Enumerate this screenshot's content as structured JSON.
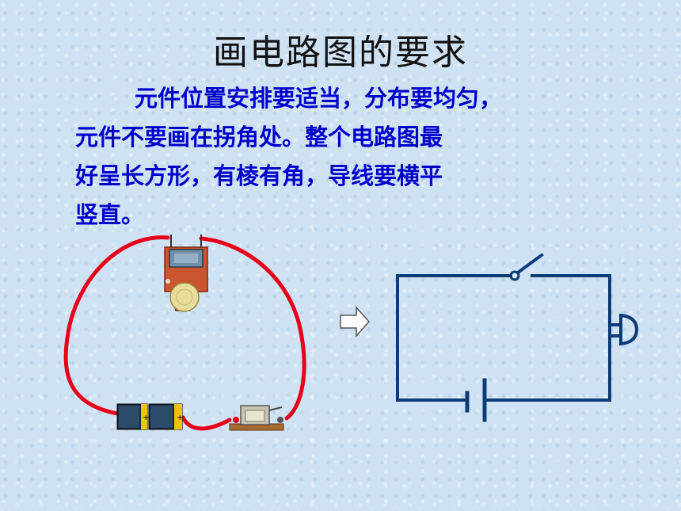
{
  "slide": {
    "title": "画电路图的要求",
    "paragraph_lines": [
      "元件位置安排要适当，分布要均匀，",
      "元件不要画在拐角处。整个电路图最",
      "好呈长方形，有棱有角，导线要横平",
      "竖直。"
    ]
  },
  "colors": {
    "text": "#0000cc",
    "wire_real": "#e8001a",
    "wire_schematic": "#0d3b78",
    "background": "#cfe2f3"
  },
  "icons": [
    "bell-icon",
    "battery-icon",
    "switch-icon",
    "arrow-right-icon"
  ]
}
